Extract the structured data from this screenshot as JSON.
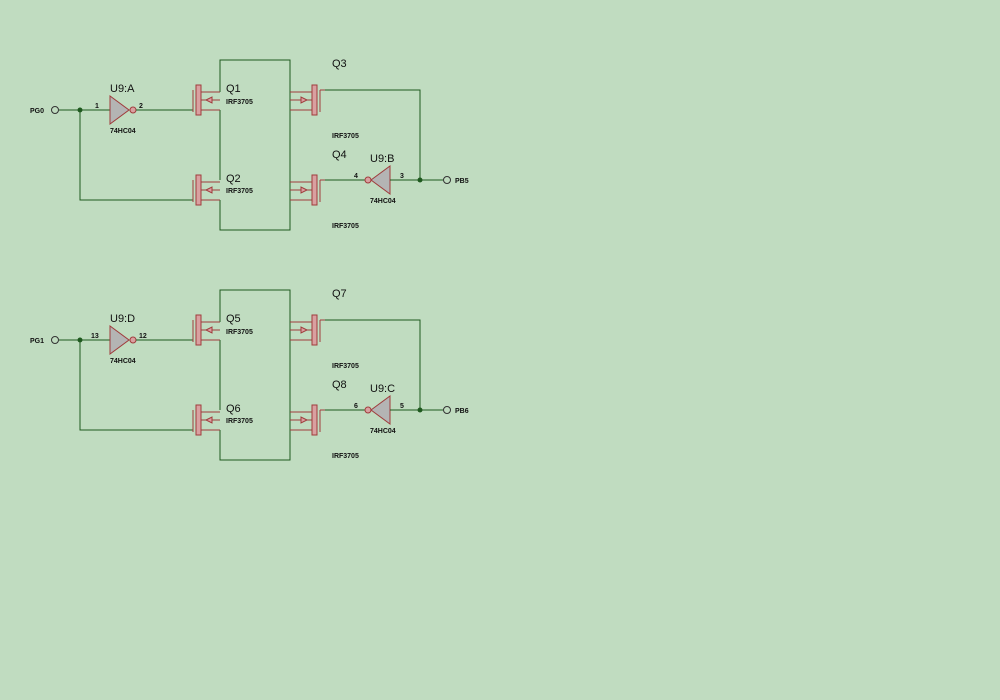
{
  "blocks": [
    {
      "input_terminal": "PG0",
      "output_terminal": "PB5",
      "input_inverter": {
        "ref": "U9:A",
        "part": "74HC04",
        "pin_in": "1",
        "pin_out": "2"
      },
      "output_inverter": {
        "ref": "U9:B",
        "part": "74HC04",
        "pin_in": "3",
        "pin_out": "4"
      },
      "left_top": {
        "ref": "Q1",
        "part": "IRF3705"
      },
      "left_bottom": {
        "ref": "Q2",
        "part": "IRF3705"
      },
      "right_top": {
        "ref": "Q3",
        "part": "IRF3705"
      },
      "right_bottom": {
        "ref": "Q4",
        "part": "IRF3705"
      }
    },
    {
      "input_terminal": "PG1",
      "output_terminal": "PB6",
      "input_inverter": {
        "ref": "U9:D",
        "part": "74HC04",
        "pin_in": "13",
        "pin_out": "12"
      },
      "output_inverter": {
        "ref": "U9:C",
        "part": "74HC04",
        "pin_in": "5",
        "pin_out": "6"
      },
      "left_top": {
        "ref": "Q5",
        "part": "IRF3705"
      },
      "left_bottom": {
        "ref": "Q6",
        "part": "IRF3705"
      },
      "right_top": {
        "ref": "Q7",
        "part": "IRF3705"
      },
      "right_bottom": {
        "ref": "Q8",
        "part": "IRF3705"
      }
    }
  ],
  "colors": {
    "background": "#c0dcc0",
    "wire": "#1e5a1e",
    "component": "#a03c3c"
  }
}
